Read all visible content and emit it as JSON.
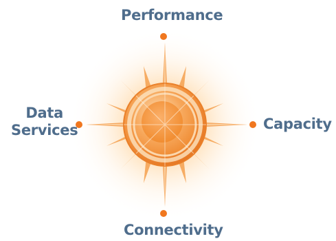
{
  "diagram": {
    "labels": {
      "top": "Performance",
      "right": "Capacity",
      "bottom": "Connectivity",
      "left_line1": "Data",
      "left_line2": "Services"
    },
    "colors": {
      "label": "#4f6d8c",
      "accent": "#f08a2c",
      "glow": "#ffd9a8"
    }
  }
}
